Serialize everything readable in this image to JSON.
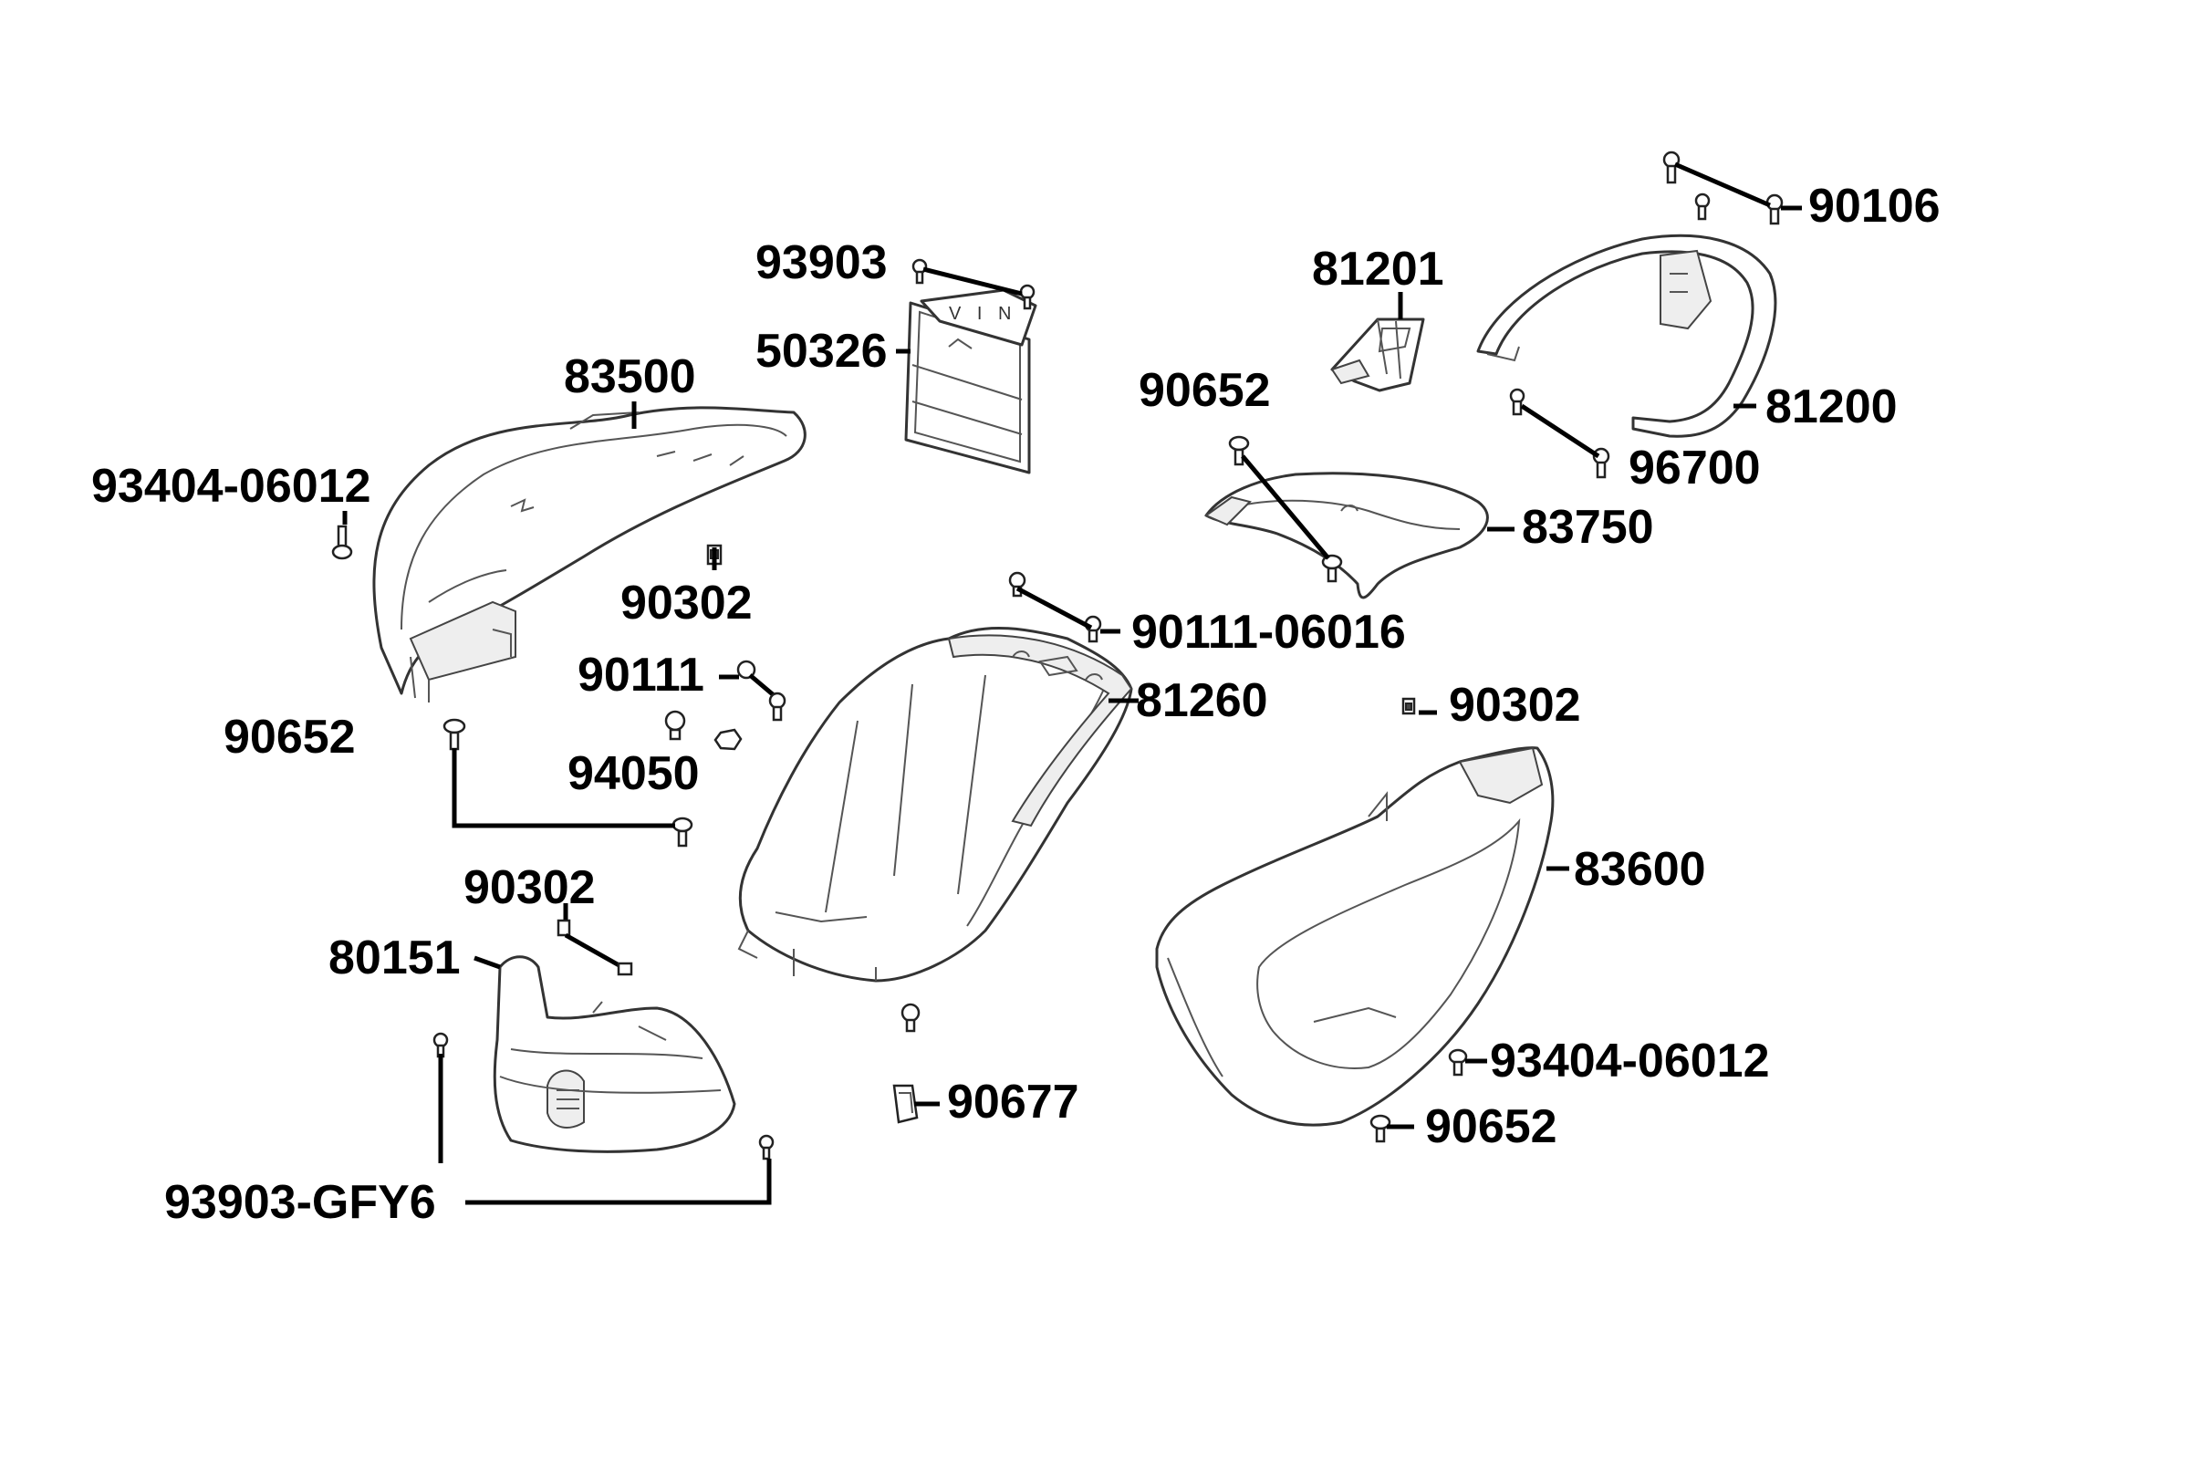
{
  "labels": {
    "p93903_top": "93903",
    "p50326": "50326",
    "p83500": "83500",
    "p93404_left": "93404-06012",
    "p90302_a": "90302",
    "p90111": "90111",
    "p90652_left": "90652",
    "p94050": "94050",
    "p90302_b": "90302",
    "p80151": "80151",
    "p93903_gfy6": "93903-GFY6",
    "p90677": "90677",
    "p81260": "81260",
    "p90111_06016": "90111-06016",
    "p81201": "81201",
    "p90652_mid": "90652",
    "p83750": "83750",
    "p90106": "90106",
    "p81200": "81200",
    "p96700": "96700",
    "p90302_c": "90302",
    "p83600": "83600",
    "p93404_right": "93404-06012",
    "p90652_right": "90652"
  },
  "vin_plate_text": "V I N",
  "colors": {
    "line": "#000000",
    "part_outline": "#333333",
    "background": "#ffffff"
  }
}
